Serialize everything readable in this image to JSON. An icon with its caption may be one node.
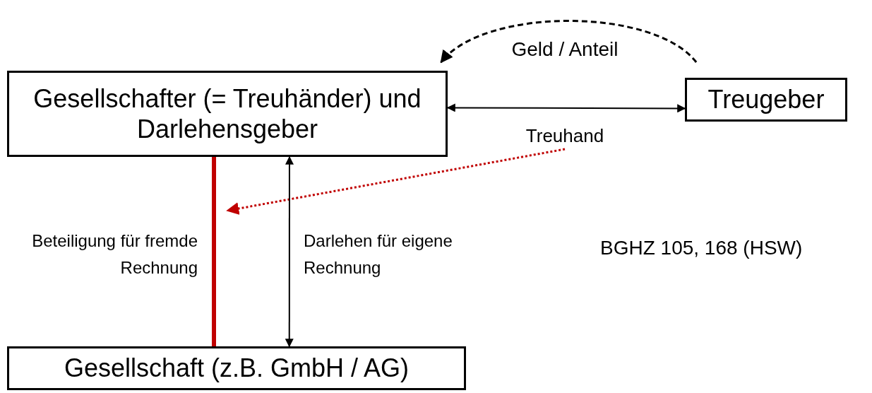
{
  "diagram": {
    "nodes": [
      {
        "text": [
          "Gesellschafter (= Treuhänder) und Darlehensgeber"
        ]
      },
      {
        "text": [
          "Treugeber"
        ]
      },
      {
        "text": [
          "Gesellschaft (z.B. GmbH / AG)"
        ]
      },
      {
        "text": [
          "Treuhand"
        ]
      }
    ],
    "edges": [
      {
        "from": 1,
        "to": 0,
        "arrow": "to",
        "style": "dashed",
        "label": "Geld / Anteil"
      },
      {
        "from": 0,
        "to": 1,
        "arrow": "both"
      },
      {
        "from": 3,
        "to": null,
        "arrow": "to",
        "style": "dashed",
        "color": "#c00000"
      },
      {
        "from": 0,
        "to": 2,
        "arrow": "none",
        "style": "thick",
        "color": "#c00000",
        "label": "Beteiligung für fremde Rechnung"
      },
      {
        "from": 0,
        "to": 2,
        "arrow": "both",
        "label": "Darlehen für eigene Rechnung"
      }
    ],
    "labels": [
      "BGHZ 105, 168 (HSW)"
    ]
  }
}
